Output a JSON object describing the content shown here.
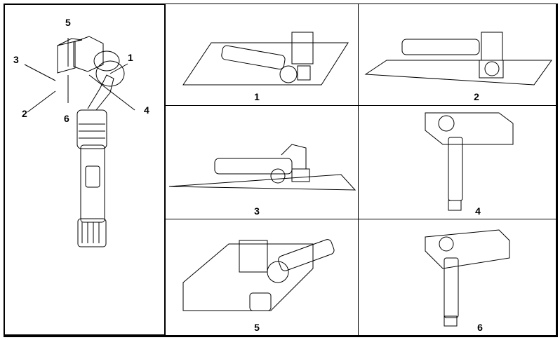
{
  "overview": {
    "callouts": [
      "1",
      "2",
      "3",
      "4",
      "5",
      "6"
    ]
  },
  "panels": [
    {
      "label": "1"
    },
    {
      "label": "2"
    },
    {
      "label": "3"
    },
    {
      "label": "4"
    },
    {
      "label": "5"
    },
    {
      "label": "6"
    }
  ],
  "colors": {
    "line": "#000000",
    "background": "#ffffff"
  }
}
